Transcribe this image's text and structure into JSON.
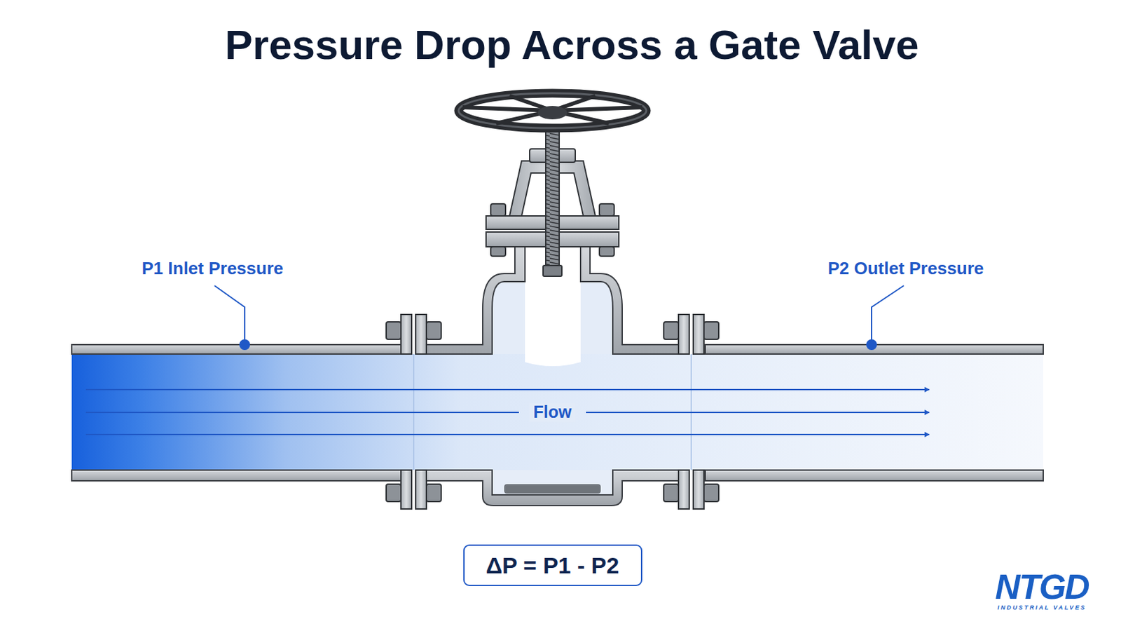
{
  "diagram": {
    "title": "Pressure Drop Across a Gate Valve",
    "nodes": [
      {
        "text": [
          "ΔP = P1 - P2"
        ]
      }
    ],
    "labels": [
      "P1 Inlet Pressure",
      "P2 Outlet Pressure",
      "Flow",
      "NTGD",
      "INDUSTRIAL VALVES"
    ]
  }
}
